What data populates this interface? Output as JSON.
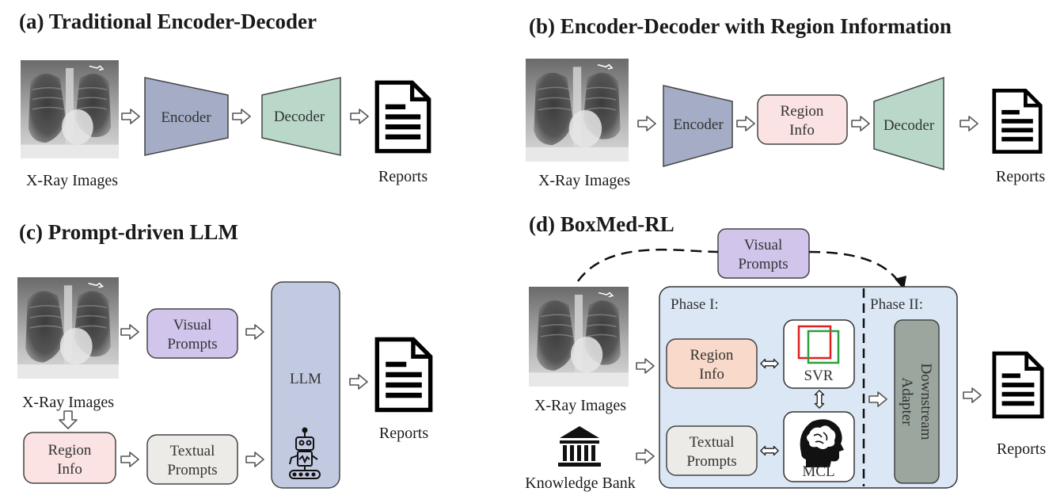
{
  "panels": {
    "a": {
      "title": "(a) Traditional Encoder-Decoder",
      "xray_label": "X-Ray Images",
      "encoder": "Encoder",
      "decoder": "Decoder",
      "reports": "Reports"
    },
    "b": {
      "title": "(b) Encoder-Decoder with Region Information",
      "xray_label": "X-Ray Images",
      "encoder": "Encoder",
      "region_line1": "Region",
      "region_line2": "Info",
      "decoder": "Decoder",
      "reports": "Reports"
    },
    "c": {
      "title": "(c) Prompt-driven LLM",
      "xray_label": "X-Ray Images",
      "visual_line1": "Visual",
      "visual_line2": "Prompts",
      "llm": "LLM",
      "region_line1": "Region",
      "region_line2": "Info",
      "textual_line1": "Textual",
      "textual_line2": "Prompts",
      "reports": "Reports"
    },
    "d": {
      "title": "(d) BoxMed-RL",
      "visual_line1": "Visual",
      "visual_line2": "Prompts",
      "phase1": "Phase I:",
      "phase2": "Phase II:",
      "region_line1": "Region",
      "region_line2": "Info",
      "svr": "SVR",
      "textual_line1": "Textual",
      "textual_line2": "Prompts",
      "mcl": "MCL",
      "adapter_line1": "Downstream",
      "adapter_line2": "Adapter",
      "xray_label": "X-Ray Images",
      "knowledge_bank": "Knowledge Bank",
      "reports": "Reports"
    }
  },
  "colors": {
    "encoder": "#a4acc6",
    "decoder": "#b9d8c9",
    "region": "#fbe3e3",
    "region_d": "#f9d9c9",
    "visual": "#d2c5ec",
    "textual": "#ecebe7",
    "llm": "#c2cae2",
    "phase_bg": "#dbe7f5",
    "adapter": "#9aa69e",
    "svr_green": "#2aa03a",
    "svr_red": "#e02020"
  },
  "icons": {
    "xray": "chest-xray-icon",
    "report": "document-icon",
    "robot": "robot-icon",
    "brain": "brain-head-icon",
    "bank": "bank-icon",
    "arrow": "hollow-arrow-icon"
  }
}
